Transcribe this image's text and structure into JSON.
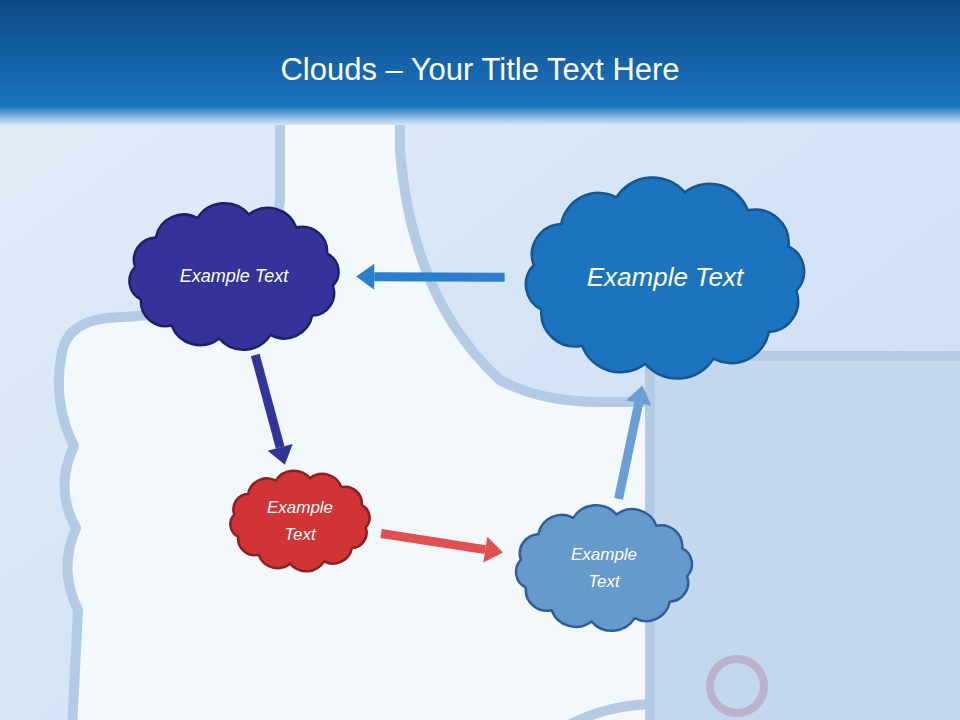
{
  "diagram": {
    "title": "Clouds – Your Title Text Here",
    "nodes": [
      {
        "text": [
          "Example Text"
        ]
      },
      {
        "text": [
          "Example Text"
        ]
      },
      {
        "text": [
          "Example Text"
        ]
      },
      {
        "text": [
          "Example Text"
        ]
      }
    ],
    "edges": [
      {
        "from": 0,
        "to": 2,
        "arrow": "to"
      },
      {
        "from": 2,
        "to": 3,
        "arrow": "to"
      },
      {
        "from": 3,
        "to": 1,
        "arrow": "to"
      },
      {
        "from": 1,
        "to": 0,
        "arrow": "to"
      }
    ]
  }
}
